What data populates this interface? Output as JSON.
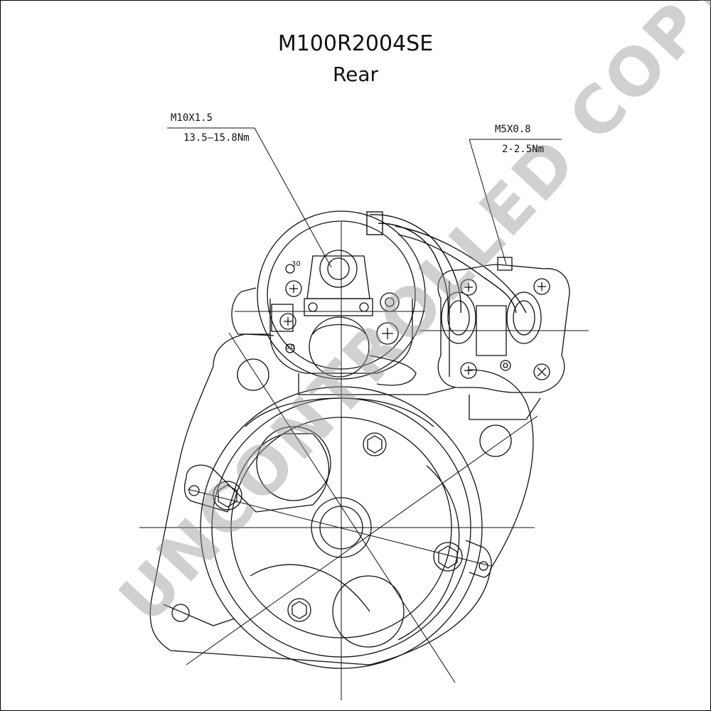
{
  "title": {
    "model": "M100R2004SE",
    "view": "Rear"
  },
  "callouts": {
    "thread_a": "M10X1.5",
    "torque_a": "13.5–15.8Nm",
    "thread_b": "M5X0.8",
    "torque_b": "2-2.5Nm"
  },
  "terminals": {
    "t30": "30",
    "t50": "50"
  },
  "watermark": "UNCONTROLLED COPY",
  "colors": {
    "line": "#111111",
    "watermark": "#969696"
  }
}
